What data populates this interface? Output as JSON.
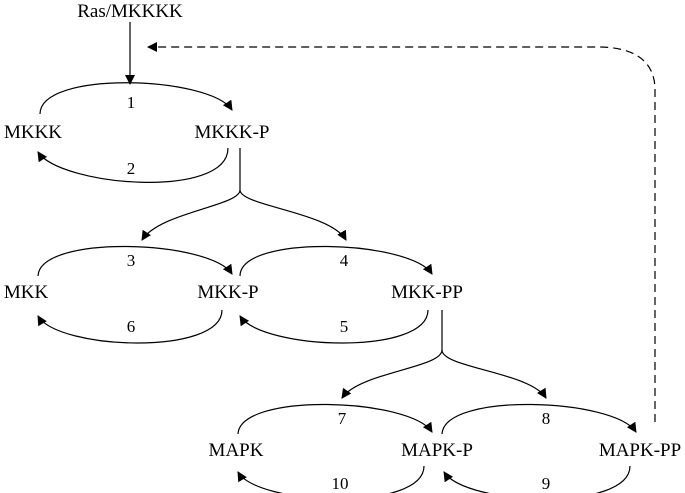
{
  "nodes": {
    "ras_mkkkk": "Ras/MKKKK",
    "mkkk": "MKKK",
    "mkkk_p": "MKKK-P",
    "mkk": "MKK",
    "mkk_p": "MKK-P",
    "mkk_pp": "MKK-PP",
    "mapk": "MAPK",
    "mapk_p": "MAPK-P",
    "mapk_pp": "MAPK-PP"
  },
  "reactions": [
    "1",
    "2",
    "3",
    "4",
    "5",
    "6",
    "7",
    "8",
    "9",
    "10"
  ],
  "edges": [
    {
      "from": "ras_mkkkk",
      "to": "reaction-1",
      "style": "solid"
    },
    {
      "from": "mkkk",
      "to": "mkkk_p",
      "reaction": "1",
      "style": "solid"
    },
    {
      "from": "mkkk_p",
      "to": "mkkk",
      "reaction": "2",
      "style": "solid"
    },
    {
      "from": "mkkk_p",
      "to": "reaction-3",
      "style": "solid"
    },
    {
      "from": "mkkk_p",
      "to": "reaction-4",
      "style": "solid"
    },
    {
      "from": "mkk",
      "to": "mkk_p",
      "reaction": "3",
      "style": "solid"
    },
    {
      "from": "mkk_p",
      "to": "mkk_pp",
      "reaction": "4",
      "style": "solid"
    },
    {
      "from": "mkk_pp",
      "to": "mkk_p",
      "reaction": "5",
      "style": "solid"
    },
    {
      "from": "mkk_p",
      "to": "mkk",
      "reaction": "6",
      "style": "solid"
    },
    {
      "from": "mkk_pp",
      "to": "reaction-7",
      "style": "solid"
    },
    {
      "from": "mkk_pp",
      "to": "reaction-8",
      "style": "solid"
    },
    {
      "from": "mapk",
      "to": "mapk_p",
      "reaction": "7",
      "style": "solid"
    },
    {
      "from": "mapk_p",
      "to": "mapk_pp",
      "reaction": "8",
      "style": "solid"
    },
    {
      "from": "mapk_pp",
      "to": "mapk_p",
      "reaction": "9",
      "style": "solid"
    },
    {
      "from": "mapk_p",
      "to": "mapk",
      "reaction": "10",
      "style": "solid"
    },
    {
      "from": "mapk_pp",
      "to": "reaction-1",
      "style": "dashed"
    }
  ]
}
